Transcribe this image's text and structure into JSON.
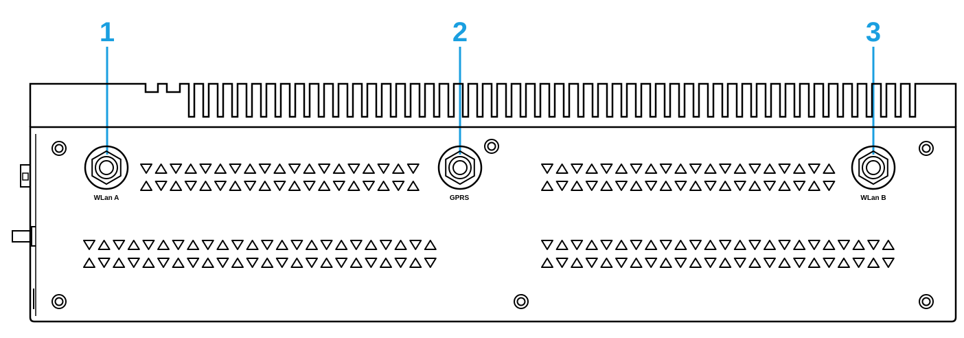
{
  "callouts": [
    {
      "number": "1",
      "port_label": "WLan A"
    },
    {
      "number": "2",
      "port_label": "GPRS"
    },
    {
      "number": "3",
      "port_label": "WLan B"
    }
  ],
  "colors": {
    "callout": "#1a9fe0",
    "outline": "#000000",
    "background": "#ffffff"
  },
  "icons": [
    "antenna-connector-icon",
    "screw-icon",
    "vent-triangle-icon"
  ]
}
